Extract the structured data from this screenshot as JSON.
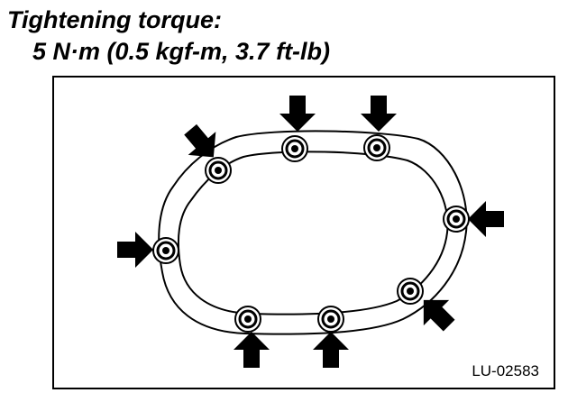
{
  "caption": {
    "title": "Tightening torque:",
    "value": "5 N·m (0.5 kgf-m, 3.7 ft-lb)"
  },
  "figure_id": "LU-02583",
  "colors": {
    "ink": "#000000",
    "paper": "#ffffff"
  }
}
